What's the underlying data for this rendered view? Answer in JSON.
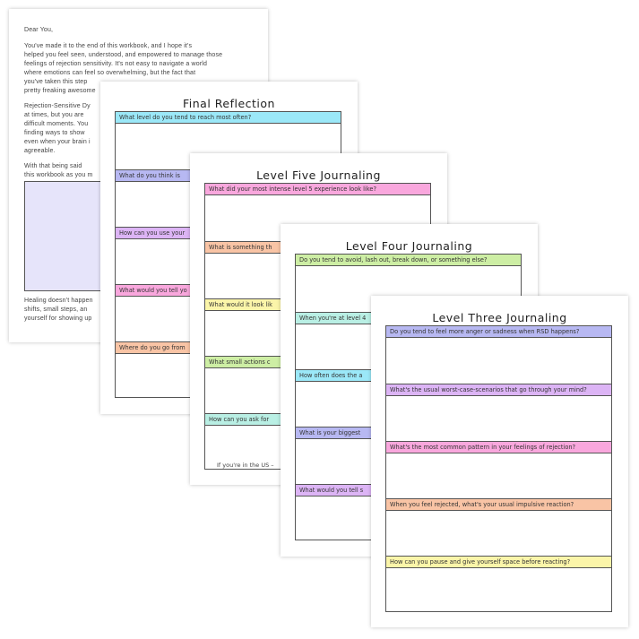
{
  "colors": {
    "cyan": "#9be8f8",
    "periwinkle": "#b7b8f2",
    "lilac": "#dcb4f5",
    "pink": "#f9a7dd",
    "peach": "#f9c4a5",
    "yellow": "#fbf5a9",
    "green": "#cdeea4",
    "teal": "#b9efe4",
    "letter_box": "#e6e4fa"
  },
  "letter": {
    "lines": [
      "Dear You,",
      "You've made it to the end of this workbook, and I hope it's",
      "helped you feel seen, understood, and empowered to manage those",
      "feelings of rejection sensitivity. It's not easy to navigate a world",
      "where emotions can feel so overwhelming, but the fact that",
      "you've taken this step",
      "pretty freaking awesome",
      "Rejection-Sensitive Dy",
      "at times, but you are",
      "difficult moments. You",
      "finding ways to show",
      "even when your brain i",
      "agreeable.",
      "With that being said",
      "this workbook as you m"
    ],
    "closing_lines": [
      "Healing doesn't happen",
      "shifts, small steps, an",
      "yourself for showing up"
    ]
  },
  "pages": [
    {
      "title": "Final Reflection",
      "questions": [
        {
          "text": "What level do you tend to reach most often?",
          "color": "cyan"
        },
        {
          "text": "What do you think is",
          "color": "periwinkle"
        },
        {
          "text": "How can you use your",
          "color": "lilac"
        },
        {
          "text": "What would you tell yo",
          "color": "pink"
        },
        {
          "text": "Where do you go from",
          "color": "peach"
        }
      ]
    },
    {
      "title": "Level Five Journaling",
      "questions": [
        {
          "text": "What did your most intense level 5 experience look like?",
          "color": "pink"
        },
        {
          "text": "What is something th",
          "color": "peach"
        },
        {
          "text": "What would it look lik",
          "color": "yellow"
        },
        {
          "text": "What small actions c",
          "color": "green"
        },
        {
          "text": "How can you ask for",
          "color": "teal"
        }
      ],
      "footer": "If you're in the US –"
    },
    {
      "title": "Level Four Journaling",
      "questions": [
        {
          "text": "Do you tend to avoid, lash out, break down, or something else?",
          "color": "green"
        },
        {
          "text": "When you're at level 4",
          "color": "teal"
        },
        {
          "text": "How often does the a",
          "color": "cyan"
        },
        {
          "text": "What is your biggest",
          "color": "periwinkle"
        },
        {
          "text": "What would you tell s",
          "color": "lilac"
        }
      ]
    },
    {
      "title": "Level Three Journaling",
      "questions": [
        {
          "text": "Do you tend to feel more anger or sadness when RSD happens?",
          "color": "periwinkle"
        },
        {
          "text": "What's the usual worst-case-scenarios that go through your mind?",
          "color": "lilac"
        },
        {
          "text": "What's the most common pattern in your feelings of rejection?",
          "color": "pink"
        },
        {
          "text": "When you feel rejected, what's your usual impulsive reaction?",
          "color": "peach"
        },
        {
          "text": "How can you pause and give yourself space before reacting?",
          "color": "yellow"
        }
      ]
    }
  ]
}
